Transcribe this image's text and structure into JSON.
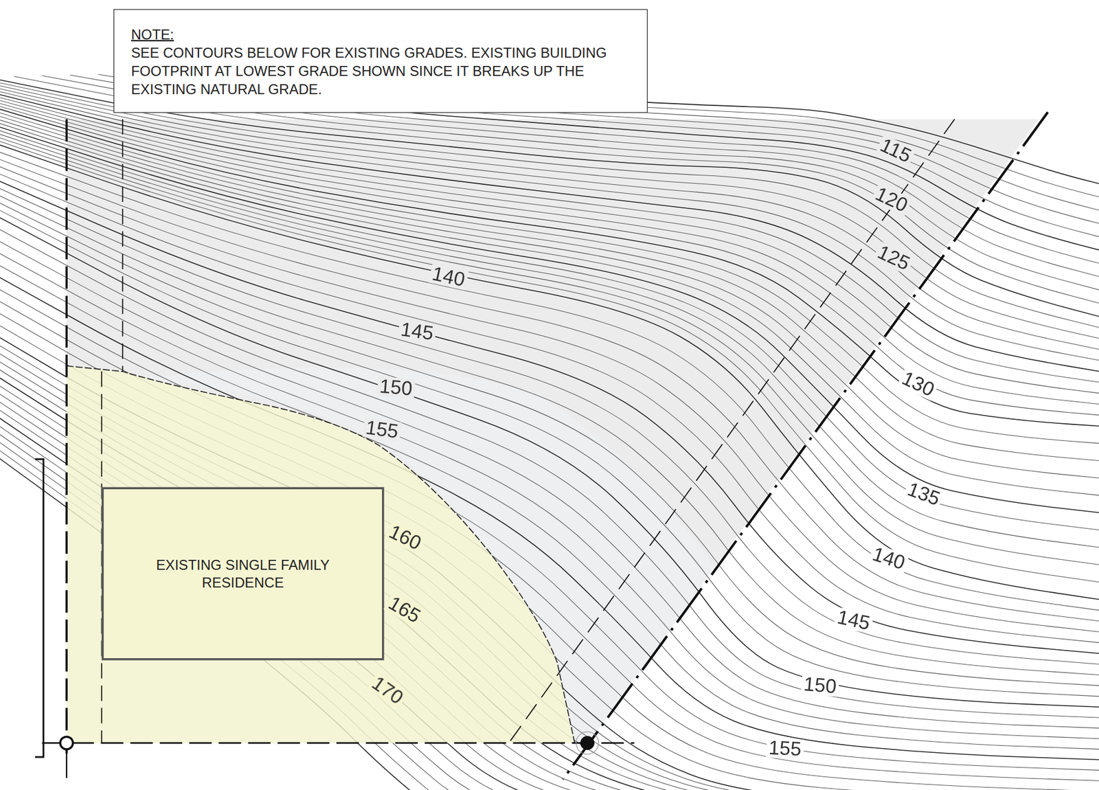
{
  "diagram": {
    "nodes": [
      {
        "text": [
          "NOTE:",
          "SEE CONTOURS BELOW FOR EXISTING GRADES. EXISTING BUILDING FOOTPRINT AT LOWEST GRADE SHOWN SINCE IT BREAKS UP THE EXISTING NATURAL GRADE."
        ]
      },
      {
        "text": [
          "EXISTING SINGLE FAMILY RESIDENCE"
        ]
      }
    ],
    "labels": [
      "115",
      "120",
      "125",
      "140",
      "145",
      "150",
      "155",
      "130",
      "135",
      "140",
      "145",
      "150",
      "155",
      "160",
      "165",
      "170"
    ]
  }
}
